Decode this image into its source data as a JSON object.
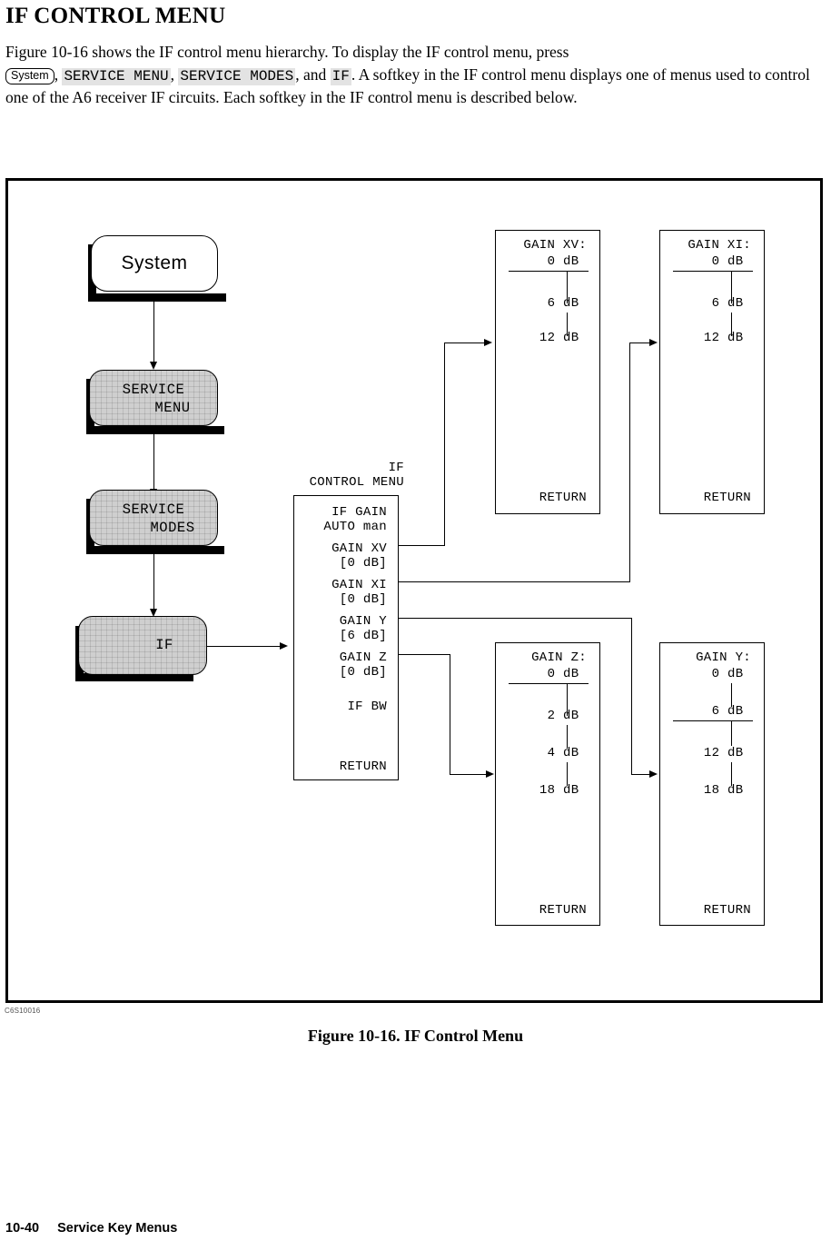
{
  "page": {
    "title": "IF CONTROL MENU",
    "intro_part1": "Figure 10-16 shows the IF control menu hierarchy. To display the IF control menu, press",
    "key_system": "System",
    "comma1": ",",
    "key_service_menu": "SERVICE MENU",
    "comma2": ",",
    "key_service_modes": "SERVICE MODES",
    "and": ", and",
    "key_if": "IF",
    "intro_part2": ". A softkey in the IF control menu displays one of menus used to control one of the A6 receiver IF circuits. Each softkey in the IF control menu is described below.",
    "figure_id": "C6S10016",
    "figure_caption": "Figure 10-16. IF Control Menu",
    "footer_page": "10-40",
    "footer_section": "Service Key Menus"
  },
  "diagram": {
    "hardkey": {
      "label": "System"
    },
    "softkeys": [
      {
        "line1": "SERVICE",
        "line2": "MENU"
      },
      {
        "line1": "SERVICE",
        "line2": "MODES"
      },
      {
        "line1": "IF",
        "line2": ""
      }
    ],
    "if_control_menu": {
      "title_line1": "IF",
      "title_line2": "CONTROL MENU",
      "items": [
        {
          "label": "IF GAIN",
          "value": "AUTO man"
        },
        {
          "label": "GAIN XV",
          "value": "[0 dB]"
        },
        {
          "label": "GAIN XI",
          "value": "[0 dB]"
        },
        {
          "label": "GAIN Y",
          "value": "[6 dB]"
        },
        {
          "label": "GAIN Z",
          "value": "[0 dB]"
        },
        {
          "label": "IF BW",
          "value": ""
        }
      ],
      "return_label": "RETURN"
    },
    "panels": [
      {
        "title": "GAIN XV:",
        "options": [
          "0 dB",
          "6 dB",
          "12 dB"
        ],
        "values": [
          "0",
          "6",
          "12"
        ],
        "unit": "dB",
        "selected_index": 0,
        "return_label": "RETURN"
      },
      {
        "title": "GAIN XI:",
        "options": [
          "0 dB",
          "6 dB",
          "12 dB"
        ],
        "values": [
          "0",
          "6",
          "12"
        ],
        "unit": "dB",
        "selected_index": 0,
        "return_label": "RETURN"
      },
      {
        "title": "GAIN Z:",
        "options": [
          "0 dB",
          "2 dB",
          "4 dB",
          "18 dB"
        ],
        "values": [
          "0",
          "2",
          "4",
          "18"
        ],
        "unit": "dB",
        "selected_index": 0,
        "return_label": "RETURN"
      },
      {
        "title": "GAIN Y:",
        "options": [
          "0 dB",
          "6 dB",
          "12 dB",
          "18 dB"
        ],
        "values": [
          "0",
          "6",
          "12",
          "18"
        ],
        "unit": "dB",
        "selected_index": 1,
        "return_label": "RETURN"
      }
    ]
  }
}
